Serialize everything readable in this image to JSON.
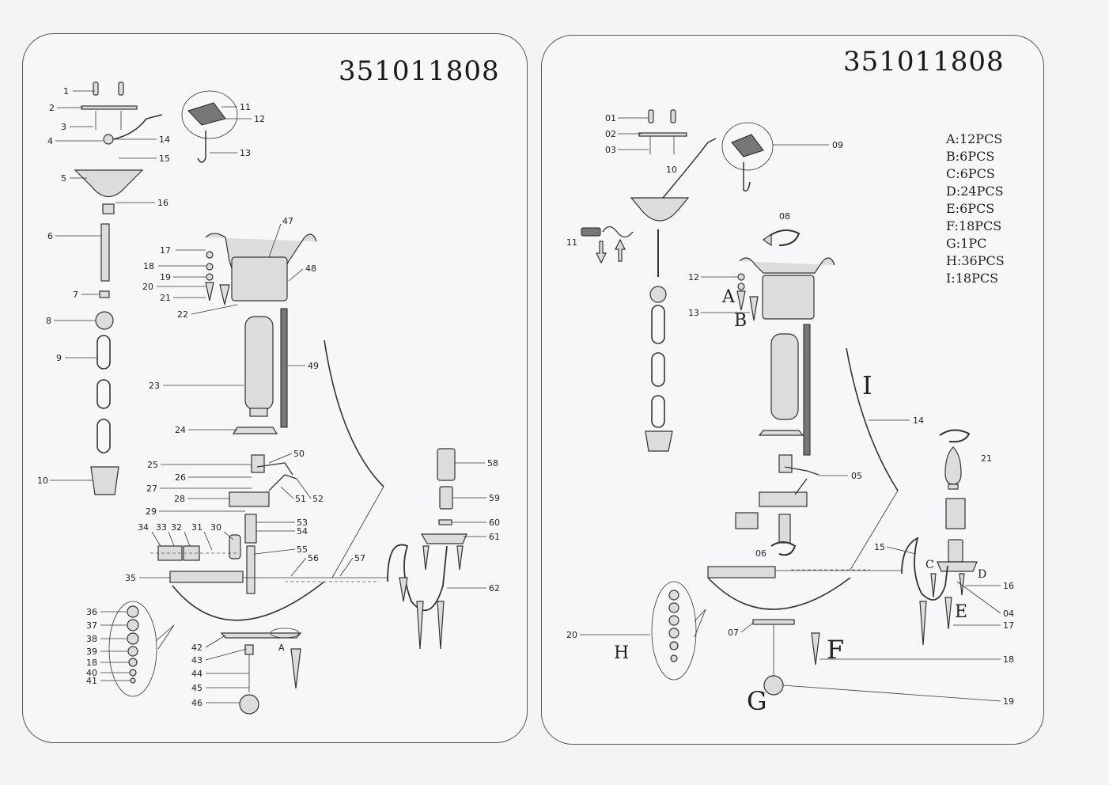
{
  "left": {
    "model_code": "351011808",
    "callouts": [
      "1",
      "2",
      "3",
      "4",
      "5",
      "6",
      "7",
      "8",
      "9",
      "10",
      "11",
      "12",
      "13",
      "14",
      "15",
      "16",
      "17",
      "18",
      "19",
      "20",
      "21",
      "22",
      "23",
      "24",
      "25",
      "26",
      "27",
      "28",
      "29",
      "30",
      "31",
      "32",
      "33",
      "34",
      "35",
      "36",
      "37",
      "38",
      "39",
      "18",
      "40",
      "41",
      "42",
      "43",
      "44",
      "45",
      "46",
      "47",
      "48",
      "49",
      "50",
      "51",
      "52",
      "53",
      "54",
      "55",
      "56",
      "57",
      "58",
      "59",
      "60",
      "61",
      "62"
    ],
    "marker_a": "A"
  },
  "right": {
    "model_code": "351011808",
    "callouts": [
      "01",
      "02",
      "03",
      "09",
      "10",
      "08",
      "11",
      "12",
      "13",
      "14",
      "21",
      "05",
      "06",
      "15",
      "16",
      "04",
      "17",
      "07",
      "18",
      "19",
      "20"
    ],
    "letters": {
      "A": "A",
      "B": "B",
      "C": "C",
      "D": "D",
      "E": "E",
      "F": "F",
      "G": "G",
      "H": "H",
      "I": "I"
    },
    "legend": [
      "A:12PCS",
      "B:6PCS",
      "C:6PCS",
      "D:24PCS",
      "E:6PCS",
      "F:18PCS",
      "G:1PC",
      "H:36PCS",
      "I:18PCS"
    ]
  }
}
